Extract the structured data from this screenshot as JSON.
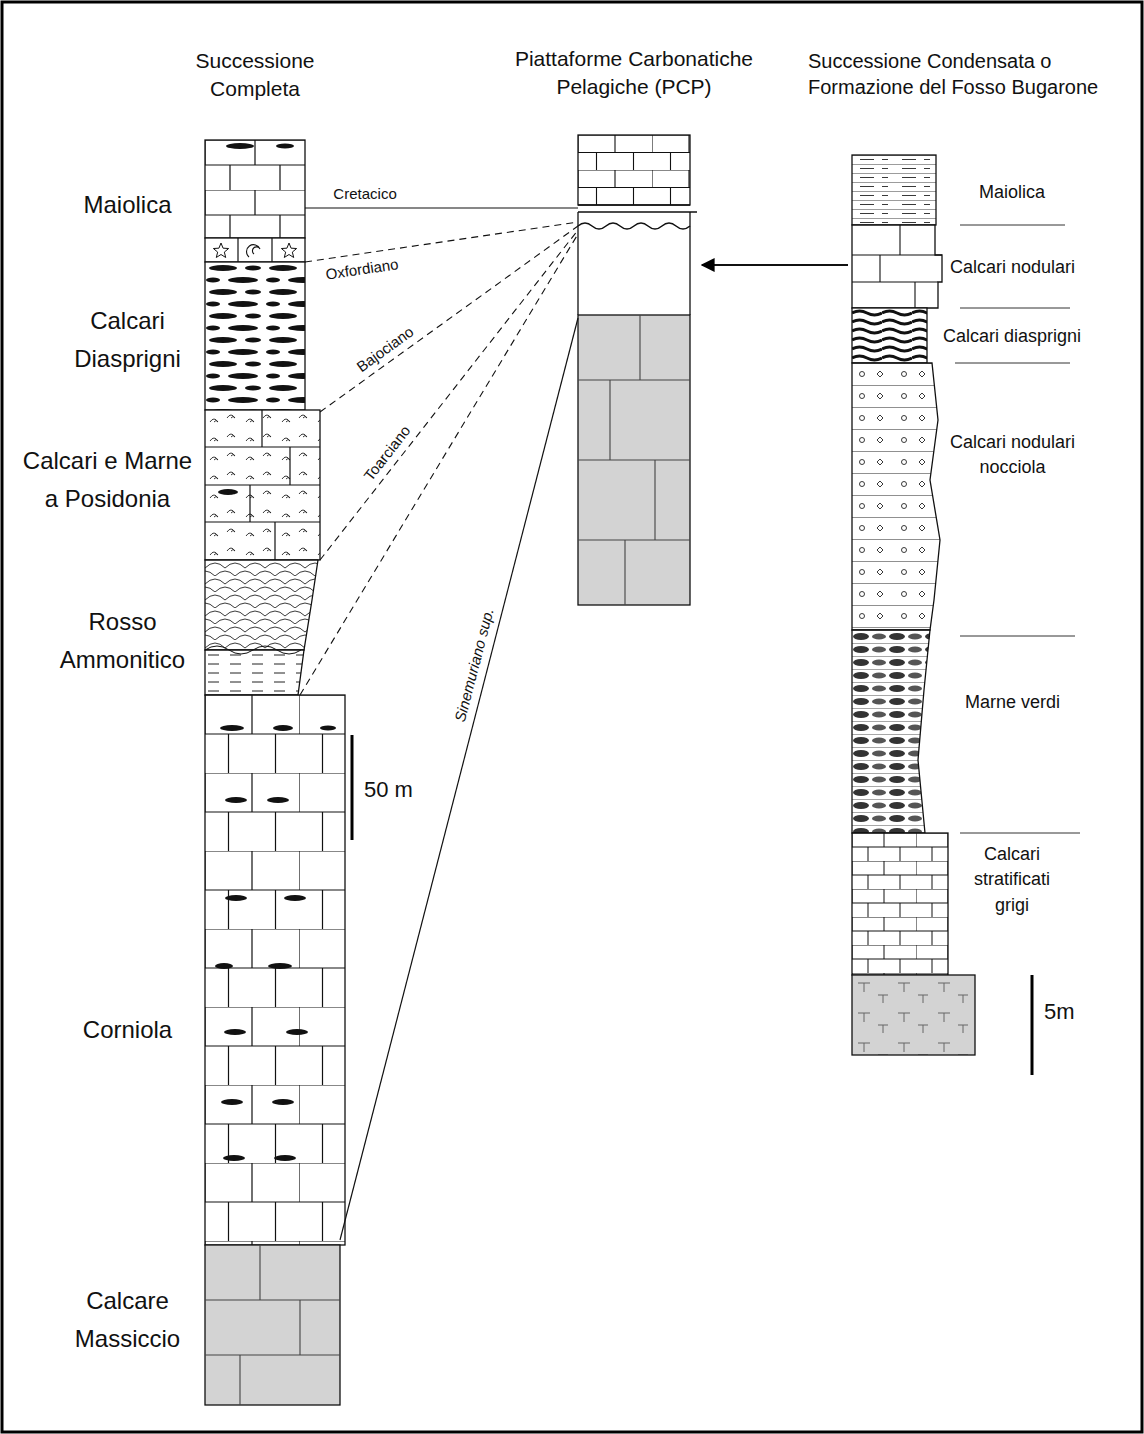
{
  "diagram": {
    "nodes": [
      {
        "text": [
          "Successione Completa"
        ]
      },
      {
        "text": [
          "Piattaforme Carbonatiche Pelagiche (PCP)"
        ]
      },
      {
        "text": [
          "Successione Condensata o Formazione del Fosso Bugarone"
        ]
      }
    ],
    "edges": [
      {
        "from": 0,
        "to": 1,
        "arrow": "none",
        "label": "Cretacico"
      },
      {
        "from": 0,
        "to": 1,
        "arrow": "none",
        "label": "Oxfordiano"
      },
      {
        "from": 0,
        "to": 1,
        "arrow": "none",
        "label": "Bajociano"
      },
      {
        "from": 0,
        "to": 1,
        "arrow": "none",
        "label": "Toarciano"
      },
      {
        "from": 0,
        "to": 1,
        "arrow": "none"
      },
      {
        "from": 0,
        "to": 1,
        "arrow": "none",
        "label": "Sinemuriano sup."
      },
      {
        "from": 2,
        "to": 1,
        "arrow": "to"
      }
    ],
    "labels": [
      "Maiolica",
      "Calcari Diasprigni",
      "Calcari e Marne a Posidonia",
      "Rosso Ammonitico",
      "Corniola",
      "Calcare Massiccio",
      "50 m",
      "Maiolica",
      "Calcari nodulari",
      "Calcari diasprigni",
      "Calcari nodulari nocciola",
      "Marne verdi",
      "Calcari stratificati grigi",
      "5m"
    ]
  }
}
